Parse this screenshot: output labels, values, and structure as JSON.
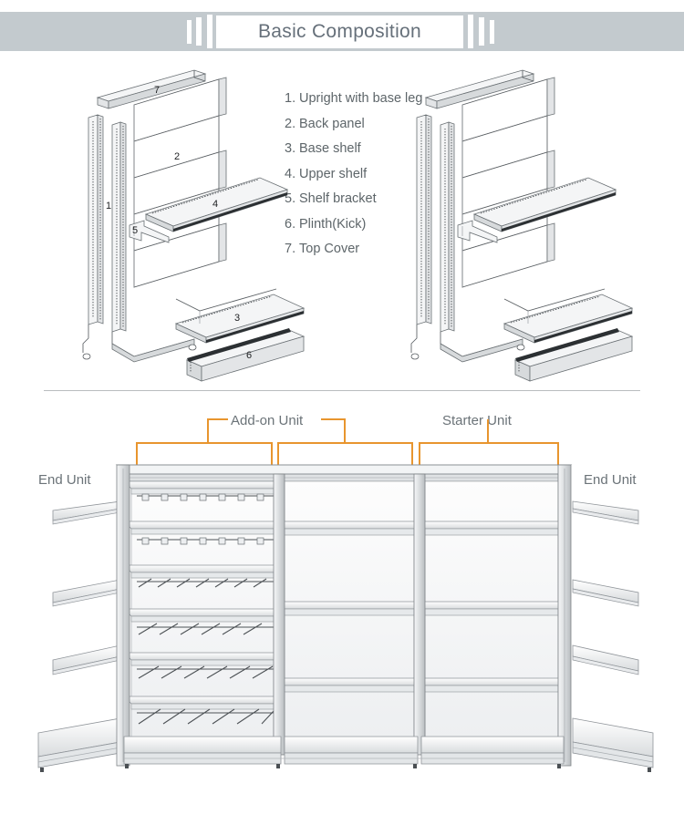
{
  "header": {
    "title": "Basic Composition",
    "band_color": "#c3cace",
    "title_color": "#66707a",
    "plate_color": "#ffffff"
  },
  "upper_section": {
    "legend_title": "",
    "legend": [
      {
        "num": "1.",
        "label": "Upright with base leg"
      },
      {
        "num": "2.",
        "label": "Back panel"
      },
      {
        "num": "3.",
        "label": "Base shelf"
      },
      {
        "num": "4.",
        "label": "Upper shelf"
      },
      {
        "num": "5.",
        "label": "Shelf bracket"
      },
      {
        "num": "6.",
        "label": "Plinth(Kick)"
      },
      {
        "num": "7.",
        "label": "Top Cover"
      }
    ],
    "callouts": [
      "1",
      "2",
      "3",
      "4",
      "5",
      "6",
      "7"
    ],
    "views": [
      {
        "name": "exploded-view-left",
        "numbered": true
      },
      {
        "name": "exploded-view-right",
        "numbered": false
      }
    ]
  },
  "lower_section": {
    "accent_color": "#e8952e",
    "labels": {
      "end_unit_left": "End Unit",
      "end_unit_right": "End Unit",
      "add_on_unit": "Add-on Unit",
      "starter_unit": "Starter Unit"
    },
    "bays": [
      {
        "name": "add-on-bay-left",
        "shelf_count": 6,
        "accessory": "hooks"
      },
      {
        "name": "add-on-bay-right",
        "shelf_count": 3,
        "accessory": "none"
      },
      {
        "name": "starter-bay",
        "shelf_count": 3,
        "accessory": "none"
      }
    ],
    "end_units": [
      {
        "name": "end-unit-left",
        "shelf_count": 3
      },
      {
        "name": "end-unit-right",
        "shelf_count": 3
      }
    ]
  }
}
